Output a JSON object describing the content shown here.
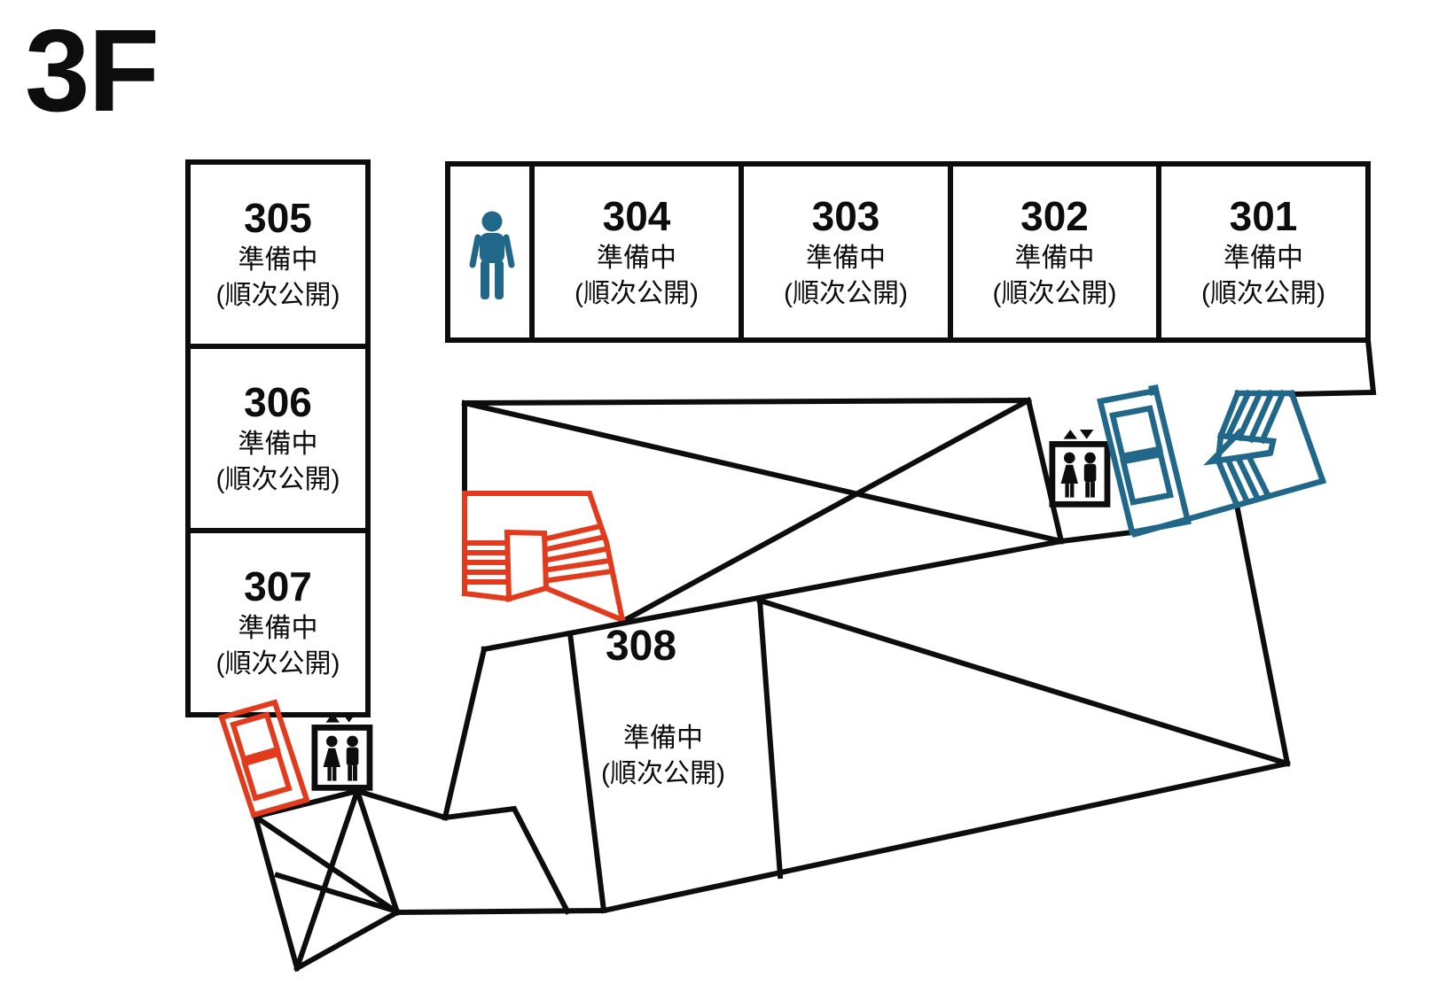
{
  "floor": {
    "label": "3F"
  },
  "rooms": [
    {
      "number": "301",
      "status": "準備中",
      "note": "(順次公開)"
    },
    {
      "number": "302",
      "status": "準備中",
      "note": "(順次公開)"
    },
    {
      "number": "303",
      "status": "準備中",
      "note": "(順次公開)"
    },
    {
      "number": "304",
      "status": "準備中",
      "note": "(順次公開)"
    },
    {
      "number": "305",
      "status": "準備中",
      "note": "(順次公開)"
    },
    {
      "number": "306",
      "status": "準備中",
      "note": "(順次公開)"
    },
    {
      "number": "307",
      "status": "準備中",
      "note": "(順次公開)"
    },
    {
      "number": "308",
      "status": "準備中",
      "note": "(順次公開)"
    }
  ],
  "icons": {
    "person-icon": "standing person pictogram (blue)",
    "elevator-icon": "elevator box with two people pictogram",
    "elevator-arrows": "▲▼",
    "red-stairs-icon": "staircase with landing (red outline)",
    "red-doors-icon": "two tilted door panels (red outline)",
    "blue-doors-icon": "two tilted door panels (blue outline)",
    "blue-stairs-icon": "staircase with landing (blue outline)",
    "blue-arrow-icon": "direction arrow (blue outline)"
  },
  "colors": {
    "wall": "#0d0d0d",
    "stairs-red": "#e23a1c",
    "accent-blue": "#20678a"
  }
}
